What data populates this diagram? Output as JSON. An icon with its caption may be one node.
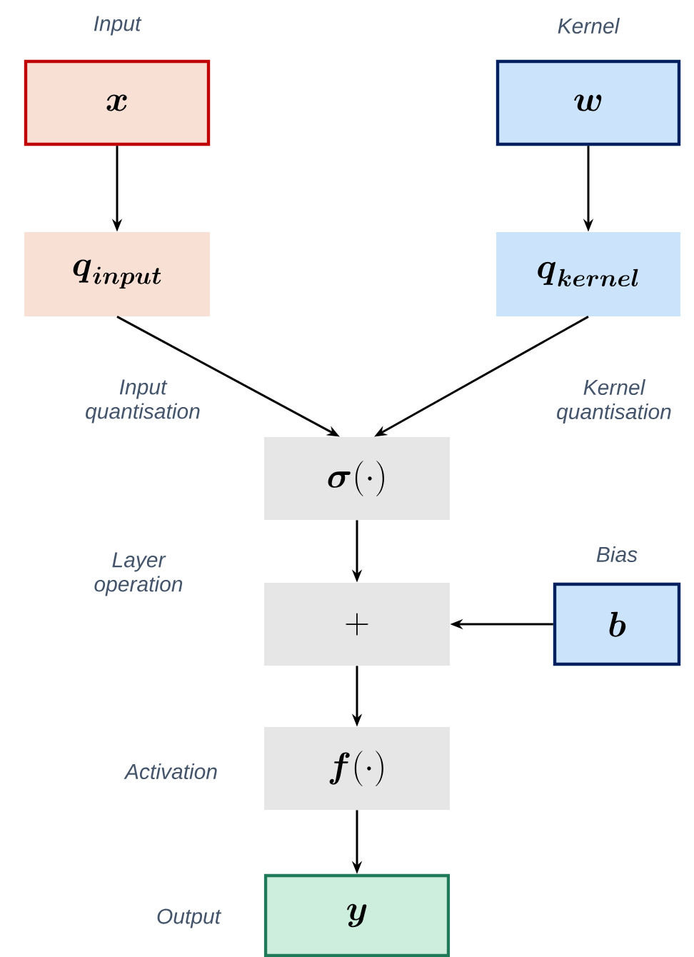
{
  "diagram": {
    "nodes": [
      {
        "text": [
          "\\boldsymbol{x}"
        ],
        "beside": [
          "Input"
        ]
      },
      {
        "text": [
          "\\boldsymbol{w}"
        ],
        "beside": [
          "Kernel"
        ]
      },
      {
        "text": [
          "\\boldsymbol{q}_{\\boldsymbol{input}}"
        ]
      },
      {
        "text": [
          "\\boldsymbol{q}_{\\boldsymbol{kernel}}"
        ]
      },
      {
        "text": [
          "\\boldsymbol{\\sigma}(\\cdot)"
        ]
      },
      {
        "text": [
          "+"
        ]
      },
      {
        "text": [
          "\\boldsymbol{b}"
        ],
        "beside": [
          "Bias"
        ]
      },
      {
        "text": [
          "\\boldsymbol{f}(\\cdot)"
        ],
        "beside": [
          "Activation"
        ]
      },
      {
        "text": [
          "\\boldsymbol{y}"
        ],
        "beside": [
          "Output"
        ]
      }
    ],
    "edges": [
      {
        "from": 0,
        "to": 2,
        "arrow": "to"
      },
      {
        "from": 1,
        "to": 3,
        "arrow": "to"
      },
      {
        "from": 2,
        "to": 4,
        "arrow": "to",
        "label": "Input quantisation"
      },
      {
        "from": 3,
        "to": 4,
        "arrow": "to",
        "label": "Kernel quantisation"
      },
      {
        "from": 4,
        "to": 5,
        "arrow": "to"
      },
      {
        "from": 6,
        "to": 5,
        "arrow": "to"
      },
      {
        "from": 5,
        "to": 7,
        "arrow": "to"
      },
      {
        "from": 7,
        "to": 8,
        "arrow": "to"
      }
    ],
    "labels": [
      "Layer operation"
    ]
  }
}
